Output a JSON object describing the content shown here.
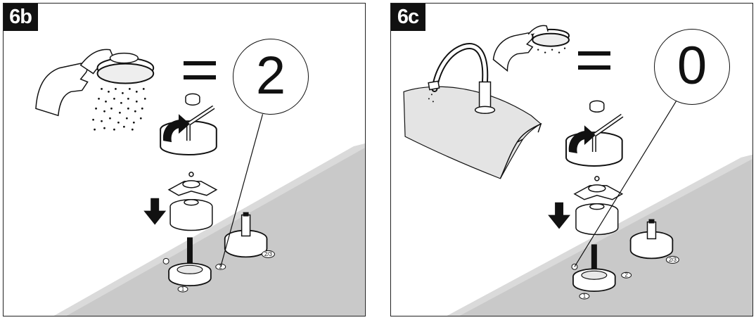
{
  "panels": [
    {
      "step_label": "6b",
      "setting_value": "2",
      "ring_labels": [
        "1",
        "2",
        "2/3"
      ]
    },
    {
      "step_label": "6c",
      "setting_value": "0",
      "ring_labels": [
        "1",
        "2",
        "2/3"
      ]
    }
  ],
  "colors": {
    "line": "#111111",
    "surface": "#c9c9c9",
    "surface_light": "#e4e4e4",
    "background": "#ffffff"
  },
  "icons": [
    "hand-shower-icon",
    "spout-icon",
    "hex-key-icon",
    "rotate-arrow-icon",
    "down-arrow-icon",
    "cross-handle-icon",
    "valve-cartridge-icon",
    "cap-icon"
  ]
}
